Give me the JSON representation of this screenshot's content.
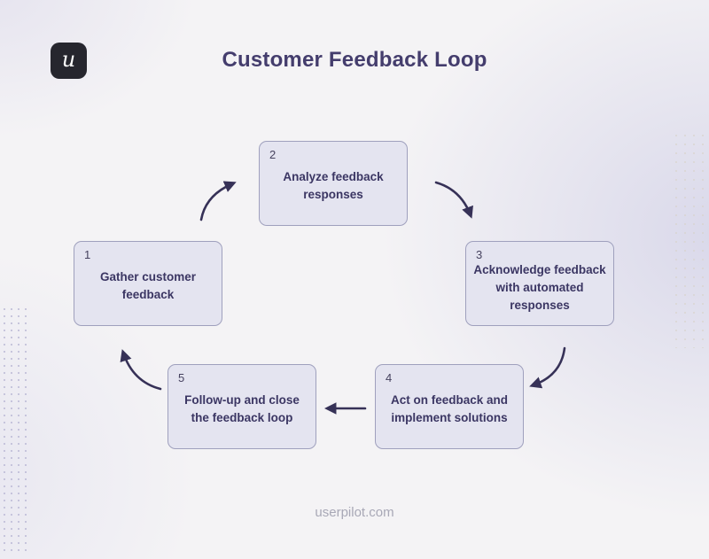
{
  "page": {
    "title": "Customer Feedback Loop",
    "footer": "userpilot.com",
    "logo_letter": "u"
  },
  "colors": {
    "accent": "#3b3663",
    "box_fill": "#e4e4f0",
    "box_border": "#9fa0bd",
    "title_color": "#443d6d",
    "footer_color": "#a8a8b6",
    "logo_bg": "#26262e",
    "arrow_color": "#363157",
    "background": "#f4f3f5"
  },
  "steps": [
    {
      "number": "1",
      "label": "Gather customer\nfeedback"
    },
    {
      "number": "2",
      "label": "Analyze feedback\nresponses"
    },
    {
      "number": "3",
      "label": "Acknowledge feedback\nwith automated\nresponses"
    },
    {
      "number": "4",
      "label": "Act on feedback and\nimplement solutions"
    },
    {
      "number": "5",
      "label": "Follow-up and close\nthe feedback loop"
    }
  ]
}
